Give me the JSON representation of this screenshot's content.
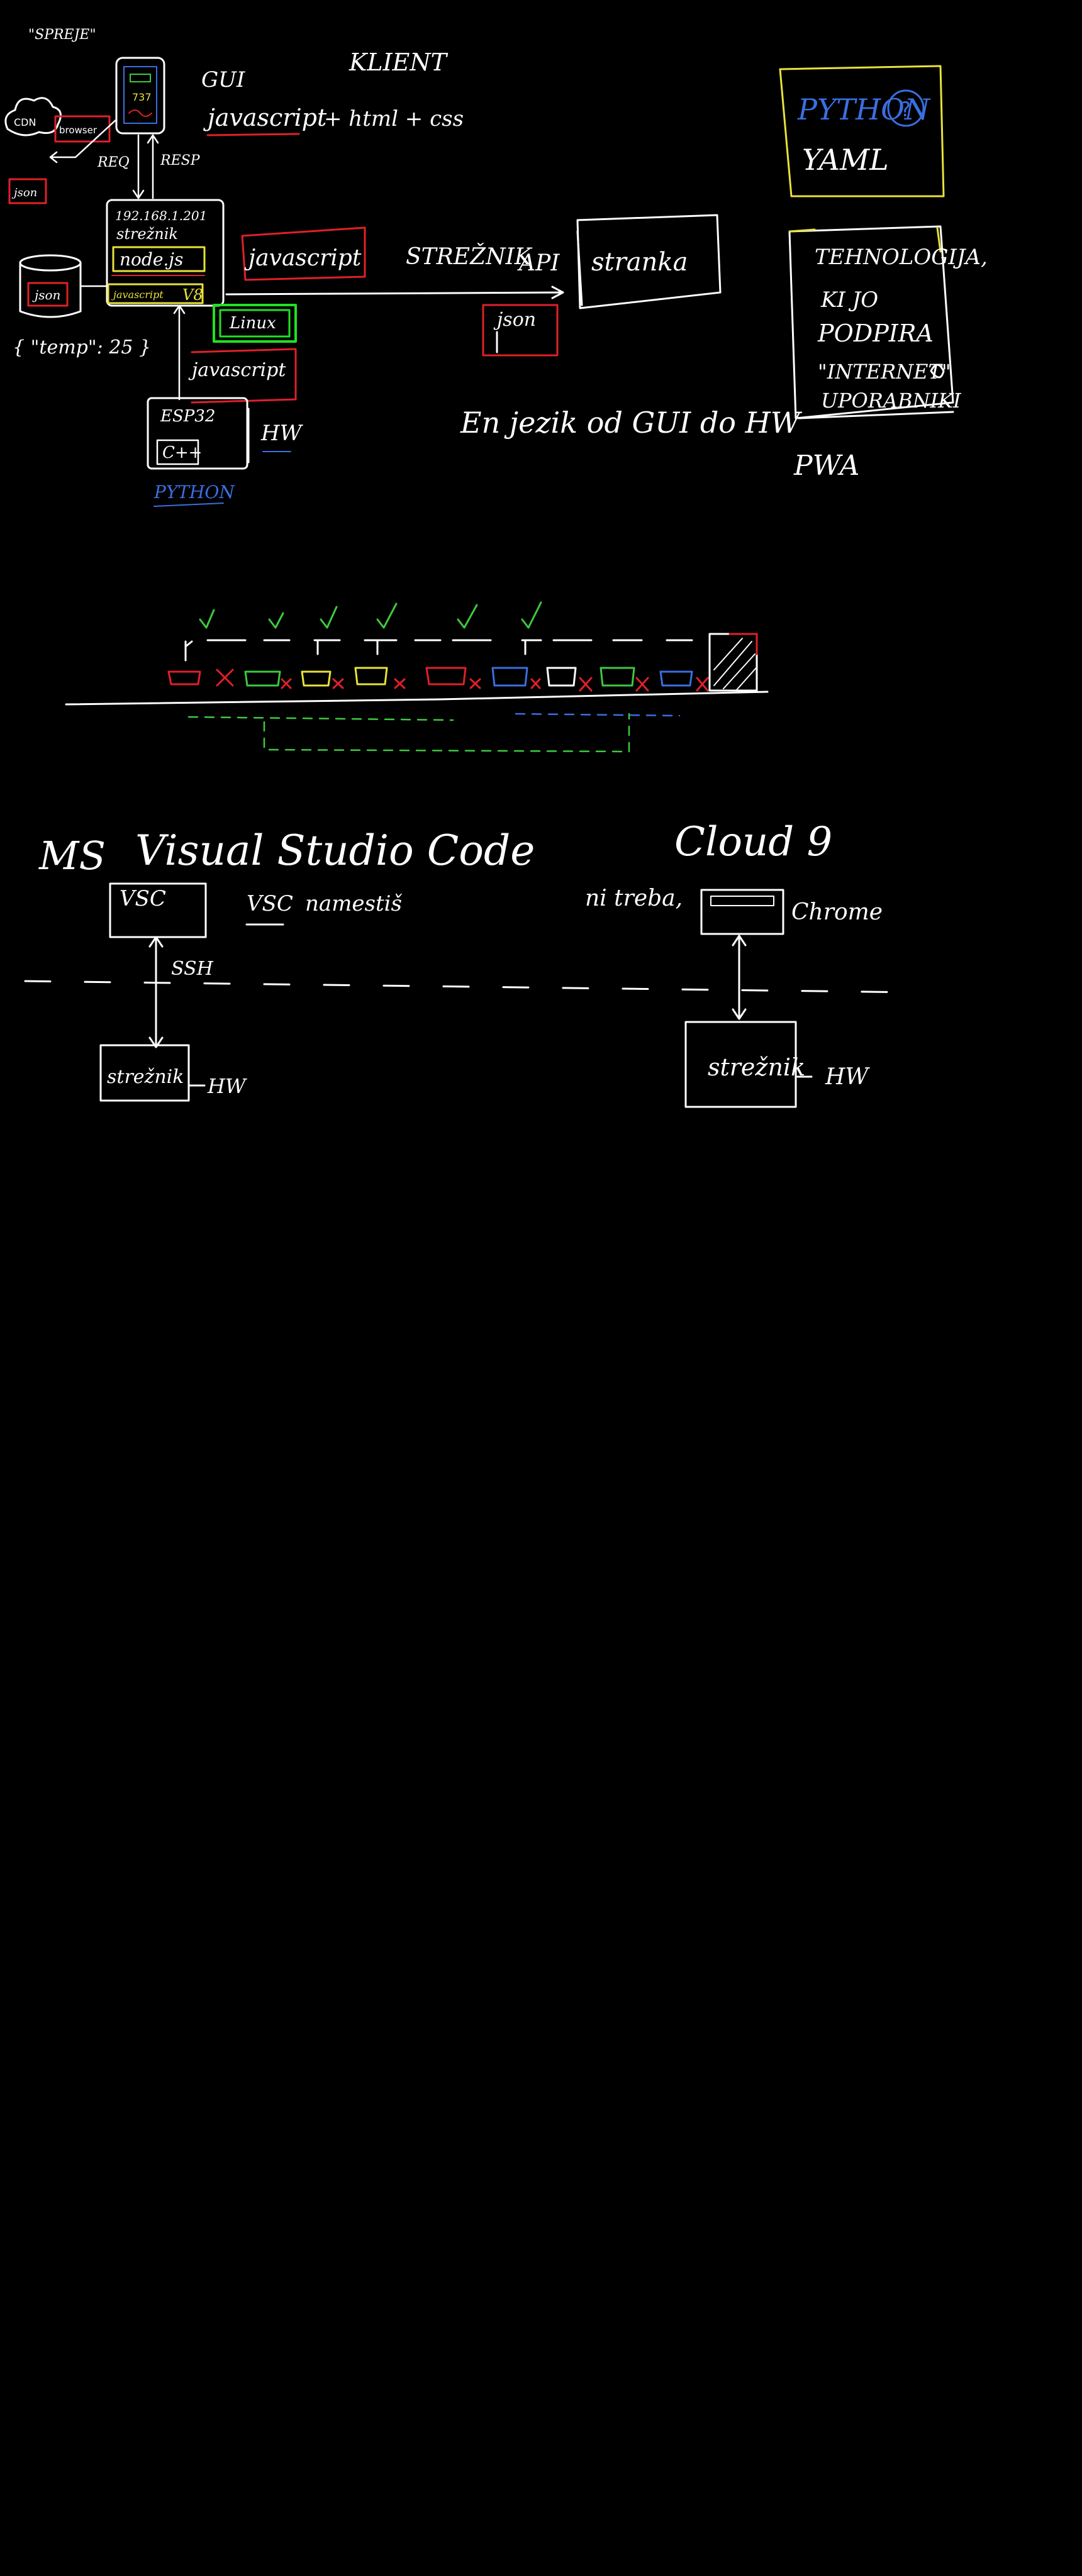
{
  "colors": {
    "background": "#000000",
    "ink_white": "#ffffff",
    "ink_red": "#e0202a",
    "ink_yellow": "#e8e23a",
    "ink_green": "#3ec93e",
    "ink_blue": "#3a6fe0",
    "ink_bright_green": "#22e022"
  },
  "diagram1": {
    "top_quote": "\"SPREJE\"",
    "gui": "GUI",
    "klient": "KLIENT",
    "phone_screen": "737",
    "cloud": "CDN",
    "browser": "browser",
    "req": "REQ",
    "resp": "RESP",
    "json_small": "json",
    "javascript_top": "javascript",
    "html_css": "+ html + css",
    "server_ip": "192.168.1.201",
    "server_label": "strežnik",
    "node_js": "node.js",
    "js_v8_js": "javascript",
    "js_v8_v8": "V8",
    "linux": "Linux",
    "javascript_mid": "javascript",
    "esp32": "ESP32",
    "cpp": "C++",
    "hw": "HW",
    "python_bottom": "PYTHON",
    "db_json": "json",
    "temp_json": "{ \"temp\": 25 }",
    "javascript_right": "javascript",
    "streznik": "STREŽNIK",
    "api": "API",
    "json_right": "json",
    "stranka_box": "stranka",
    "caption": "En jezik od GUI do HW"
  },
  "sidebar": {
    "python": "PYTHON",
    "question": "?",
    "yaml": "YAML",
    "tech_lines": [
      "TEHNOLOGIJA,",
      "KI JO",
      "PODPIRA",
      "\"INTERNET\"",
      "UPORABNIKI"
    ],
    "pwa": "PWA"
  },
  "train": {
    "check_count": 6
  },
  "vscode": {
    "title_ms": "MS",
    "title_rest": "Visual Studio Code",
    "box": "VSC",
    "note_vsc": "VSC",
    "note_rest": "namestiš",
    "ssh": "SSH",
    "server": "strežnik",
    "hw": "HW"
  },
  "cloud9": {
    "title": "Cloud 9",
    "note": "ni treba,",
    "browser": "Chrome",
    "server": "strežnik",
    "hw": "HW"
  }
}
